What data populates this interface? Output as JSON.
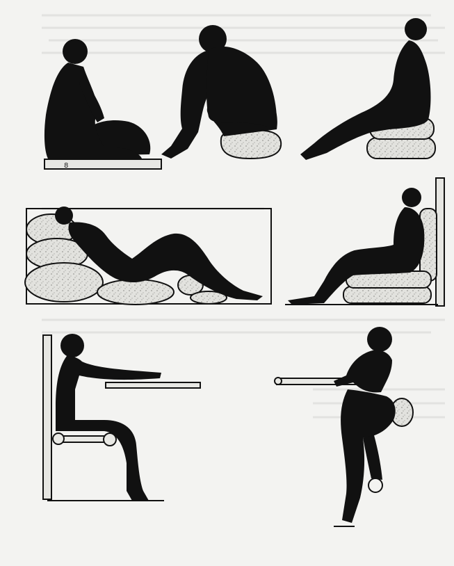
{
  "figure": {
    "panels": [
      {
        "id": "p1",
        "pose": "kneeling-on-board-leaning-on-pillow"
      },
      {
        "id": "p2",
        "pose": "squatting-on-low-cushion"
      },
      {
        "id": "p3",
        "pose": "sitting-on-stacked-cushions"
      },
      {
        "id": "p4",
        "pose": "reclining-on-pillows"
      },
      {
        "id": "p5",
        "pose": "sitting-against-wall-on-cushions"
      },
      {
        "id": "p6",
        "pose": "sitting-on-stool-holding-bar"
      },
      {
        "id": "p7",
        "pose": "standing-squat-holding-bar"
      }
    ],
    "labels": {
      "board_mark": "8"
    },
    "colors": {
      "silhouette": "#111111",
      "paper": "#f3f3f1",
      "cushion_fill": "#dcdcd8",
      "cushion_stroke": "#1a1a1a",
      "ghost_text": "#d9d9d6"
    }
  }
}
